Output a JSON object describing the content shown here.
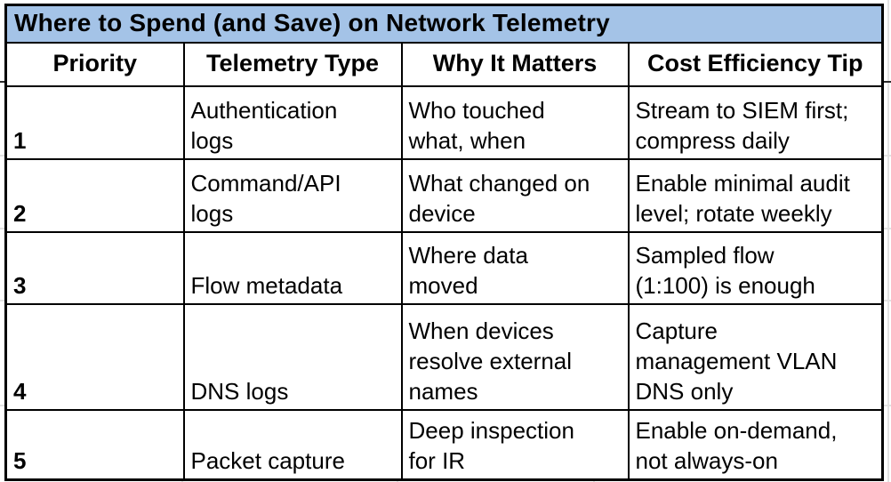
{
  "page": {
    "background": "#ffffff",
    "gridline_color": "#e2e2e2",
    "frozen_row_line_color": "#2a2a2a"
  },
  "table": {
    "title": "Where to Spend (and Save) on Network Telemetry",
    "title_bg": "#a4c3e7",
    "border_color": "#000000",
    "columns": [
      "Priority",
      "Telemetry Type",
      "Why It Matters",
      "Cost Efficiency Tip"
    ],
    "rows": [
      {
        "priority": "1",
        "type": "Authentication\nlogs",
        "why": "Who touched\nwhat, when",
        "tip": "Stream to SIEM first;\ncompress daily"
      },
      {
        "priority": "2",
        "type": "Command/API\nlogs",
        "why": "What changed on\ndevice",
        "tip": "Enable minimal audit\nlevel; rotate weekly"
      },
      {
        "priority": "3",
        "type": "Flow metadata",
        "why": "Where data\nmoved",
        "tip": "Sampled flow\n(1:100) is enough"
      },
      {
        "priority": "4",
        "type": "DNS logs",
        "why": "When devices\nresolve external\nnames",
        "tip": "Capture\nmanagement VLAN\nDNS only"
      },
      {
        "priority": "5",
        "type": "Packet capture",
        "why": "Deep inspection\nfor IR",
        "tip": "Enable on-demand,\nnot always-on"
      }
    ]
  }
}
